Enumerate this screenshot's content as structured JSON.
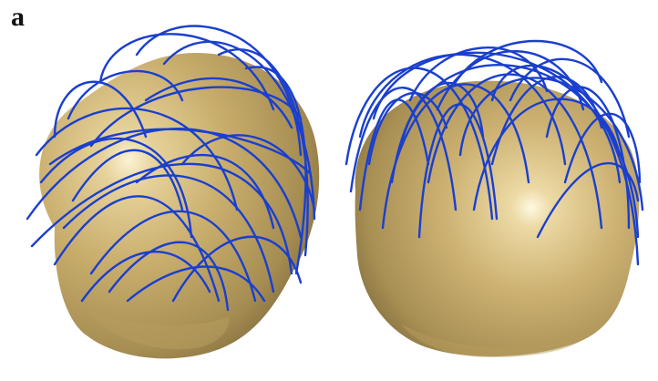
{
  "figure": {
    "panel_label": "a"
  },
  "colors": {
    "background": "#ffffff",
    "head_skin": "#c8ad6c",
    "head_shadow": "#7e6a3a",
    "head_highlight": "#fbf3d6",
    "fiber": "#1a3fcf",
    "fiber_dark": "#0e2596"
  },
  "views": [
    {
      "id": "left-view"
    },
    {
      "id": "right-view"
    }
  ]
}
